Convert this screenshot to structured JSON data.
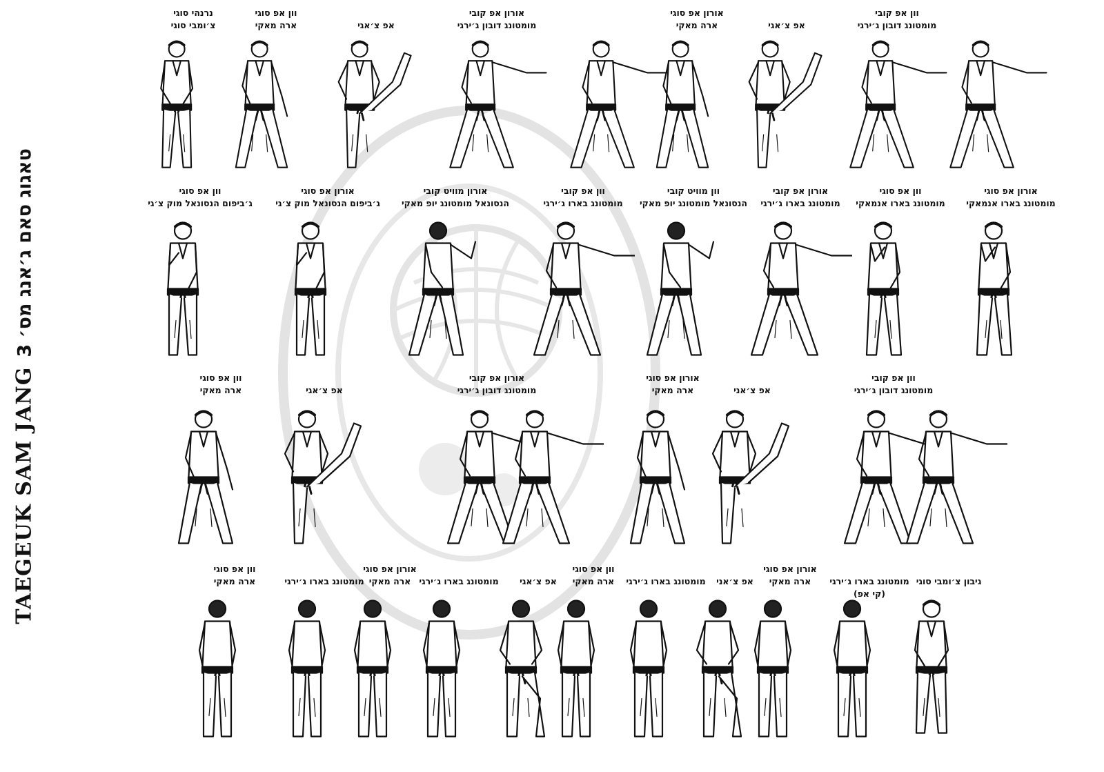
{
  "title": {
    "english": "TAEGEUK SAM  JANG",
    "hebrew": "טאגוג סאם ג׳אנג מס׳ 3"
  },
  "rows": [
    {
      "items": [
        {
          "line1": "נרנהי סוגי",
          "line2": "צ׳ומבי סוגי",
          "pose": "ready"
        },
        {
          "line1": "וון אפ סוגי",
          "line2": "ארה מאקי",
          "pose": "low-block"
        },
        {
          "line1": "",
          "line2": "אפ צ׳אגי",
          "pose": "front-kick"
        },
        {
          "line1": "אורון אפ קובי",
          "line2": "מומטונג דובון ג׳ירגי",
          "pose": "punch-long"
        },
        {
          "line1": "",
          "line2": "",
          "pose": "punch-long"
        },
        {
          "line1": "אורון אפ סוגי",
          "line2": "ארה מאקי",
          "pose": "low-block"
        },
        {
          "line1": "",
          "line2": "אפ צ׳אגי",
          "pose": "front-kick"
        },
        {
          "line1": "וון אפ קובי",
          "line2": "מומטונג דובון ג׳ירגי",
          "pose": "punch-long"
        },
        {
          "line1": "",
          "line2": "",
          "pose": "punch-long"
        }
      ]
    },
    {
      "items": [
        {
          "line1": "וון אפ סוגי",
          "line2": "ג׳ביפום הנסונאל מוק צ׳גי",
          "pose": "knife-neck"
        },
        {
          "line1": "אורון אפ סוגי",
          "line2": "ג׳ביפום הנסונאל מוק צ׳גי",
          "pose": "knife-neck"
        },
        {
          "line1": "אורון מוויט קובי",
          "line2": "הנסונאל מומטונג יופ מאקי",
          "pose": "back-stance"
        },
        {
          "line1": "וון אפ קובי",
          "line2": "מומטונג בארו ג׳ירגי",
          "pose": "punch-long"
        },
        {
          "line1": "וון מוויט קובי",
          "line2": "הנסונאל מומטונג יופ מאקי",
          "pose": "back-stance"
        },
        {
          "line1": "אורון אפ קובי",
          "line2": "מומטונג בארו ג׳ירגי",
          "pose": "punch-long"
        },
        {
          "line1": "וון אפ סוגי",
          "line2": "מומטונג בארו אנמאקי",
          "pose": "inner-block"
        },
        {
          "line1": "אורון אפ סוגי",
          "line2": "מומטונג בארו אנמאקי",
          "pose": "inner-block"
        }
      ]
    },
    {
      "items": [
        {
          "line1": "וון אפ סוגי",
          "line2": "ארה מאקי",
          "pose": "low-block"
        },
        {
          "line1": "",
          "line2": "אפ צ׳אגי",
          "pose": "front-kick"
        },
        {
          "line1": "אורון אפ קובי",
          "line2": "מומטונג דובון ג׳ירגי",
          "pose": "punch-long"
        },
        {
          "line1": "",
          "line2": "",
          "pose": "punch-long"
        },
        {
          "line1": "אורון אפ סוגי",
          "line2": "ארה מאקי",
          "pose": "low-block"
        },
        {
          "line1": "",
          "line2": "אפ צ׳אני",
          "pose": "front-kick"
        },
        {
          "line1": "וון אפ קובי",
          "line2": "מומטונג דובון ג׳ירגי",
          "pose": "punch-long"
        },
        {
          "line1": "",
          "line2": "",
          "pose": "punch-long"
        }
      ]
    },
    {
      "items": [
        {
          "line1": "וון אפ סוגי",
          "line2": "ארה מאקי",
          "line3": "",
          "pose": "back-view"
        },
        {
          "line1": "",
          "line2": "מומטונג בארו ג׳ירגי",
          "line3": "",
          "pose": "back-view"
        },
        {
          "line1": "אורון אפ סוגי",
          "line2": "ארה מאקי",
          "line3": "",
          "pose": "back-view"
        },
        {
          "line1": "",
          "line2": "מומטונג בארו ג׳ירגי",
          "line3": "",
          "pose": "back-view"
        },
        {
          "line1": "",
          "line2": "אפ צ׳אגי",
          "line3": "",
          "pose": "back-kick"
        },
        {
          "line1": "וון אפ סוגי",
          "line2": "ארה מאקי",
          "line3": "",
          "pose": "back-view"
        },
        {
          "line1": "",
          "line2": "מומטונג בארו ג׳ירגי",
          "line3": "",
          "pose": "back-view"
        },
        {
          "line1": "",
          "line2": "אפ צ׳אני",
          "line3": "",
          "pose": "back-kick"
        },
        {
          "line1": "אורון אפ סוגי",
          "line2": "ארה מאקי",
          "line3": "",
          "pose": "back-view"
        },
        {
          "line1": "",
          "line2": "מומטונג בארו ג׳ירגי",
          "line3": "(קי אפ)",
          "pose": "back-view"
        },
        {
          "line1": "",
          "line2": "גיבון צ׳ומבי סוגי",
          "line3": "",
          "pose": "ready"
        }
      ]
    }
  ]
}
